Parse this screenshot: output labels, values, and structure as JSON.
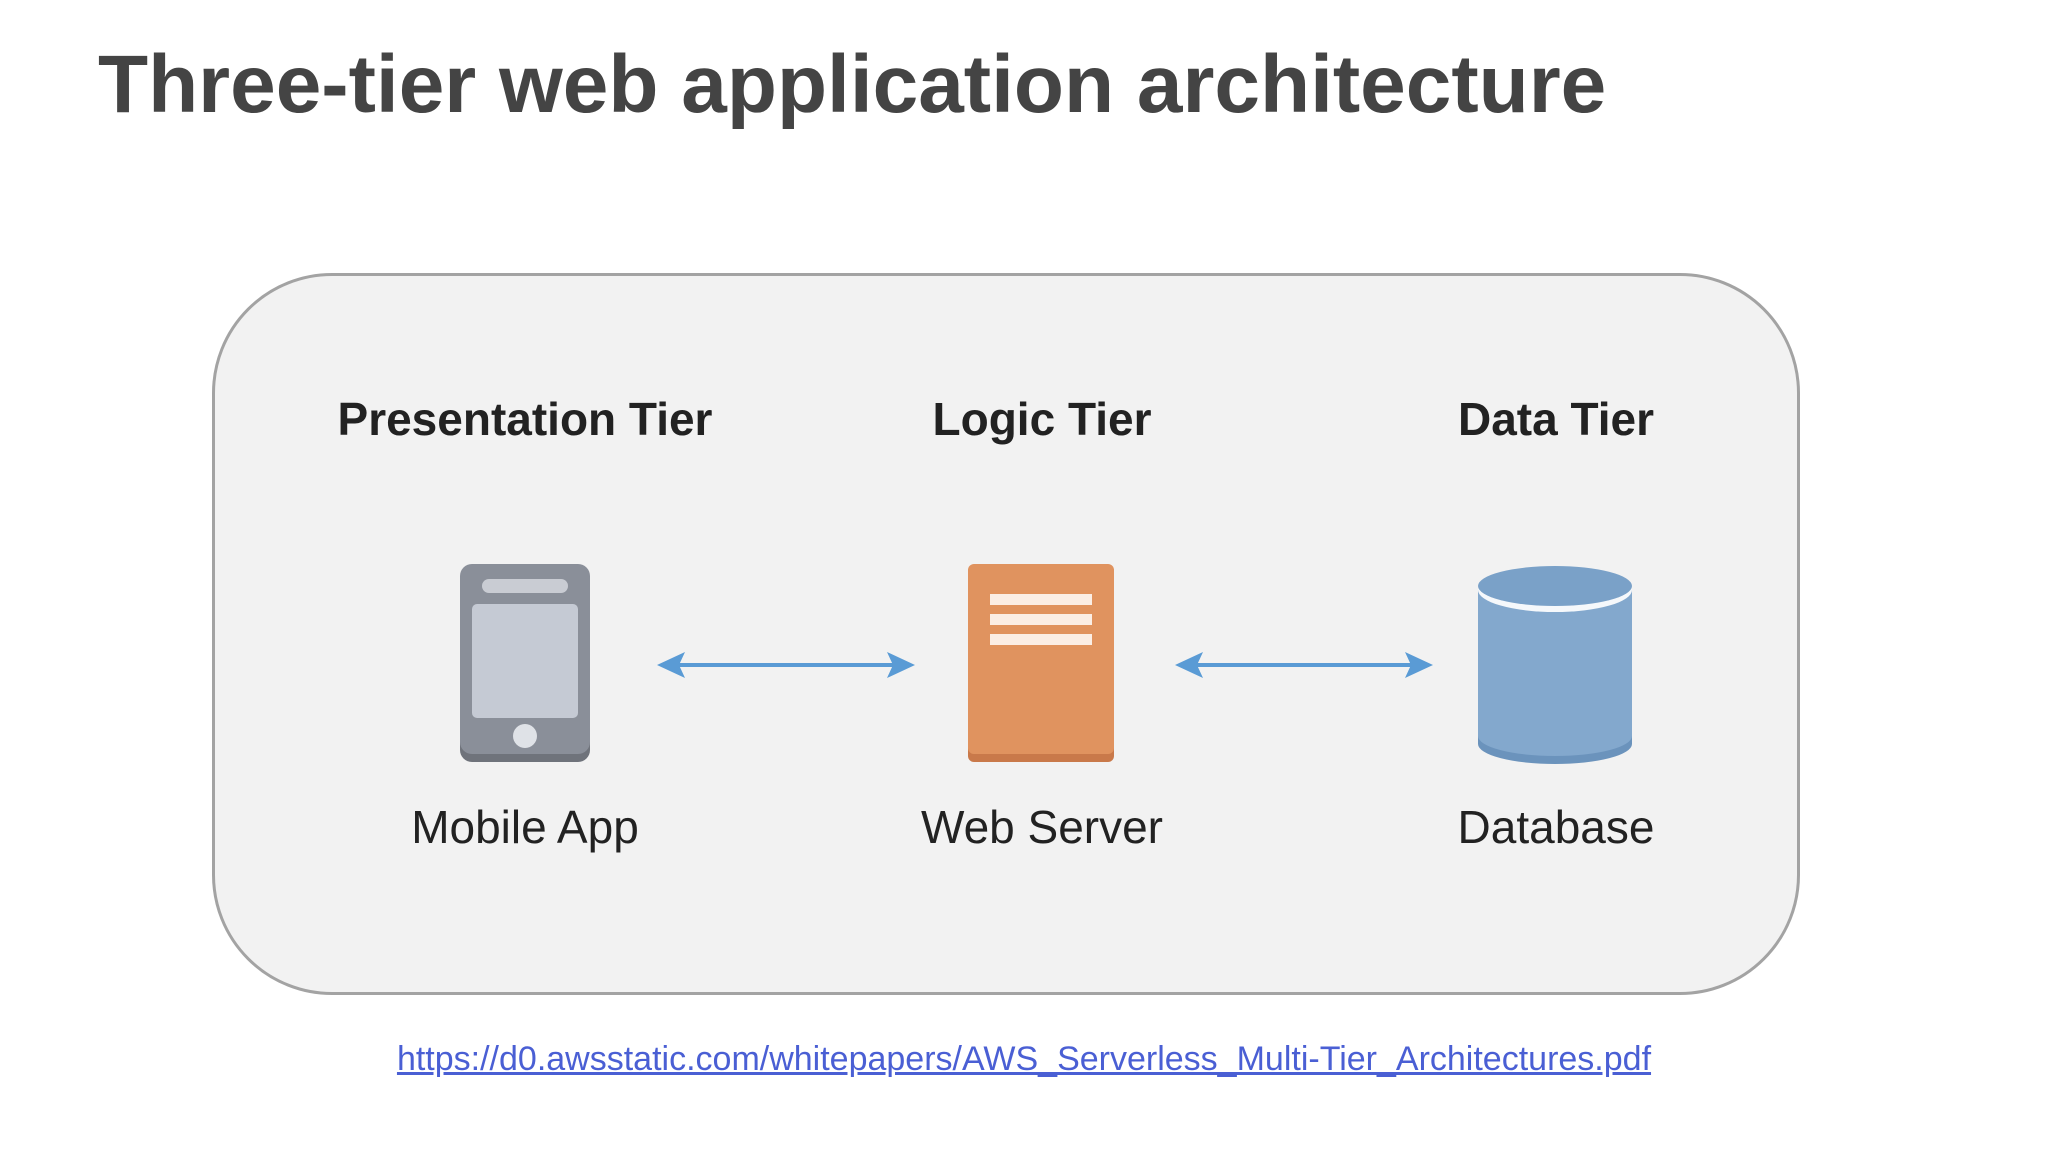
{
  "title": "Three-tier web application architecture",
  "tiers": [
    {
      "heading": "Presentation Tier",
      "component": "Mobile App",
      "icon": "mobile-phone-icon",
      "color": "#8a8f99"
    },
    {
      "heading": "Logic Tier",
      "component": "Web Server",
      "icon": "server-icon",
      "color": "#e0935f"
    },
    {
      "heading": "Data Tier",
      "component": "Database",
      "icon": "database-icon",
      "color": "#83a8cd"
    }
  ],
  "connector_color": "#5a9bd5",
  "source_link": "https://d0.awsstatic.com/whitepapers/AWS_Serverless_Multi-Tier_Architectures.pdf"
}
